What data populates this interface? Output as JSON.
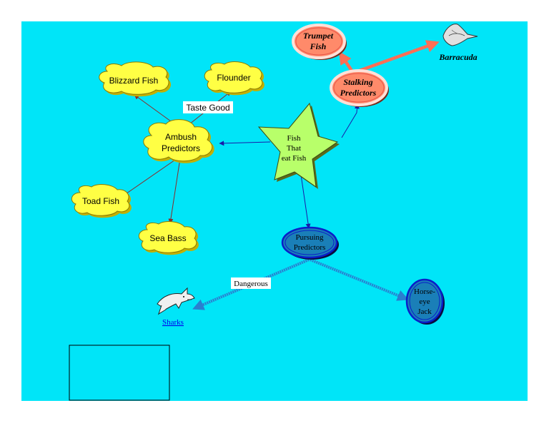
{
  "colors": {
    "background": "#00e5f8",
    "cloud_fill": "#ffff44",
    "cloud_shadow": "#c4b000",
    "star_fill": "#b8ff6a",
    "salmon_fill": "#ff8a6a",
    "salmon_ring": "#e8554a",
    "blue_fill": "#1a7fb8",
    "blue_ring": "#0a1ec8",
    "arrow_dark": "#8b2a2a",
    "arrow_blue": "#1a1aa8",
    "arrow_salmon": "#ff6e55",
    "arrow_thick_blue": "#2a7fcf"
  },
  "nodes": {
    "center": "Fish That eat Fish",
    "center_lines": [
      "Fish",
      "That",
      "eat Fish"
    ],
    "ambush_lines": [
      "Ambush",
      "Predictors"
    ],
    "blizzard": "Blizzard Fish",
    "flounder": "Flounder",
    "toad": "Toad Fish",
    "seabass": "Sea Bass",
    "stalking_lines": [
      "Stalking",
      "Predictors"
    ],
    "trumpet_lines": [
      "Trumpet",
      "Fish"
    ],
    "barracuda": "Barracuda",
    "pursuing_lines": [
      "Pursuing",
      "Predictors"
    ],
    "horseeye_lines": [
      "Horse-",
      "eye",
      "Jack"
    ],
    "sharks": "Sharks"
  },
  "link_labels": {
    "taste_good": "Taste Good",
    "dangerous": "Dangerous"
  },
  "icons": {
    "barracuda": "stingray-icon",
    "sharks": "shark-icon"
  }
}
